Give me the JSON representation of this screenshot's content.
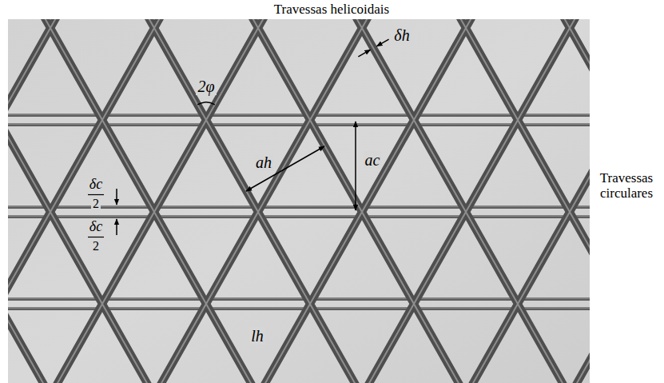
{
  "diagram": {
    "labels": [
      "Travessas helicoidais",
      "δh",
      "2φ",
      "ah",
      "ac",
      "Travessas circulares",
      "δc",
      "2",
      "δc",
      "2",
      "lh"
    ]
  }
}
